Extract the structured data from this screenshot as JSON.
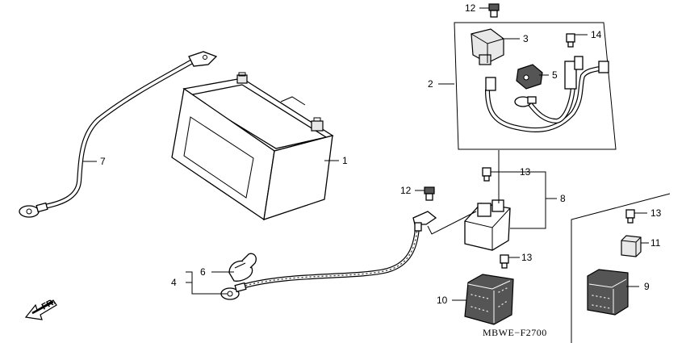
{
  "diagram_code": "MBWE−F2700",
  "direction_label": "FR.",
  "callouts": {
    "c1": "1",
    "c2": "2",
    "c3": "3",
    "c4": "4",
    "c5": "5",
    "c6": "6",
    "c7": "7",
    "c8": "8",
    "c9": "9",
    "c10": "10",
    "c11": "11",
    "c12a": "12",
    "c12b": "12",
    "c13a": "13",
    "c13b": "13",
    "c13c": "13",
    "c14": "14"
  }
}
